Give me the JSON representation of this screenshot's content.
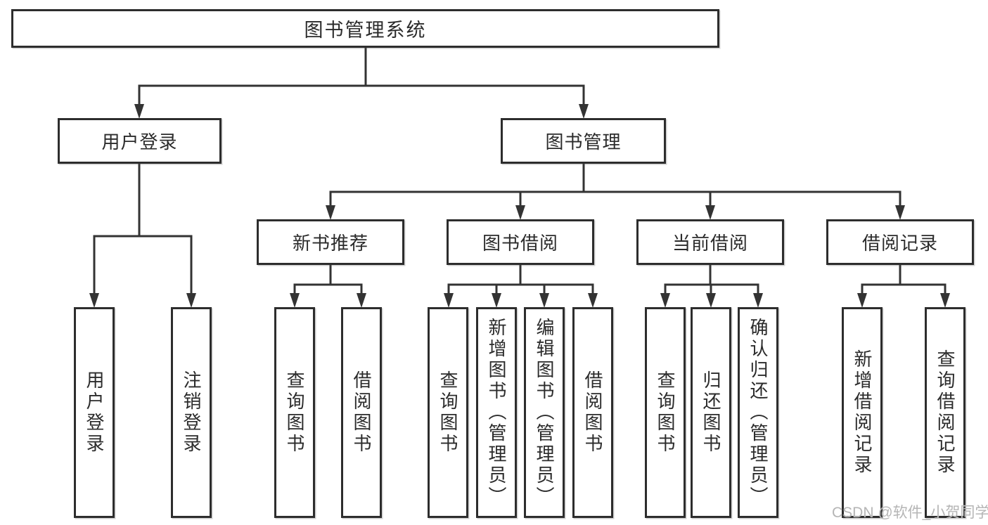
{
  "colors": {
    "background": "#ffffff",
    "line": "#333333",
    "box_border": "#2d2d2d",
    "text": "#2b2b2b",
    "watermark": "#b5b5b5"
  },
  "tree": {
    "root": {
      "label": "图书管理系统",
      "children": [
        {
          "label": "用户登录",
          "children": [
            {
              "label": "用户登录"
            },
            {
              "label": "注销登录"
            }
          ]
        },
        {
          "label": "图书管理",
          "children": [
            {
              "label": "新书推荐",
              "children": [
                {
                  "label": "查询图书"
                },
                {
                  "label": "借阅图书"
                }
              ]
            },
            {
              "label": "图书借阅",
              "children": [
                {
                  "label": "查询图书"
                },
                {
                  "label": "新增图书（管理员）"
                },
                {
                  "label": "编辑图书（管理员）"
                },
                {
                  "label": "借阅图书"
                }
              ]
            },
            {
              "label": "当前借阅",
              "children": [
                {
                  "label": "查询图书"
                },
                {
                  "label": "归还图书"
                },
                {
                  "label": "确认归还（管理员）"
                }
              ]
            },
            {
              "label": "借阅记录",
              "children": [
                {
                  "label": "新增借阅记录"
                },
                {
                  "label": "查询借阅记录"
                }
              ]
            }
          ]
        }
      ]
    }
  },
  "watermark": {
    "text": "CSDN @软件_小贺同学"
  }
}
